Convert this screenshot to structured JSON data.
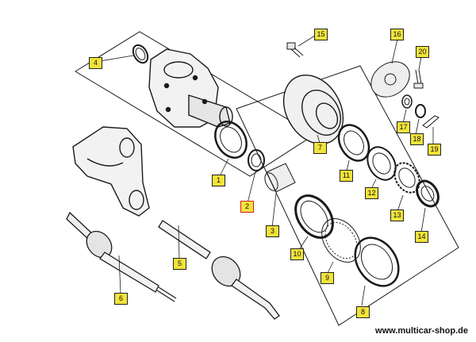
{
  "colors": {
    "callout_fill": "#f2e33a",
    "callout_border": "#222222",
    "highlight_border": "#d62020",
    "line": "#1a1a1a"
  },
  "parts": [
    {
      "id": "p1",
      "number": "1",
      "highlight": false
    },
    {
      "id": "p2",
      "number": "2",
      "highlight": true
    },
    {
      "id": "p3",
      "number": "3",
      "highlight": false
    },
    {
      "id": "p4",
      "number": "4",
      "highlight": false
    },
    {
      "id": "p5",
      "number": "5",
      "highlight": false
    },
    {
      "id": "p6",
      "number": "6",
      "highlight": false
    },
    {
      "id": "p7",
      "number": "7",
      "highlight": false
    },
    {
      "id": "p8",
      "number": "8",
      "highlight": false
    },
    {
      "id": "p9",
      "number": "9",
      "highlight": false
    },
    {
      "id": "p10",
      "number": "10",
      "highlight": false
    },
    {
      "id": "p11",
      "number": "11",
      "highlight": false
    },
    {
      "id": "p12",
      "number": "12",
      "highlight": false
    },
    {
      "id": "p13",
      "number": "13",
      "highlight": false
    },
    {
      "id": "p14",
      "number": "14",
      "highlight": false
    },
    {
      "id": "p15",
      "number": "15",
      "highlight": false
    },
    {
      "id": "p16",
      "number": "16",
      "highlight": false
    },
    {
      "id": "p17",
      "number": "17",
      "highlight": false
    },
    {
      "id": "p18",
      "number": "18",
      "highlight": false
    },
    {
      "id": "p19",
      "number": "19",
      "highlight": false
    },
    {
      "id": "p20",
      "number": "20",
      "highlight": false
    }
  ],
  "footer": {
    "website": "www.multicar-shop.de"
  }
}
